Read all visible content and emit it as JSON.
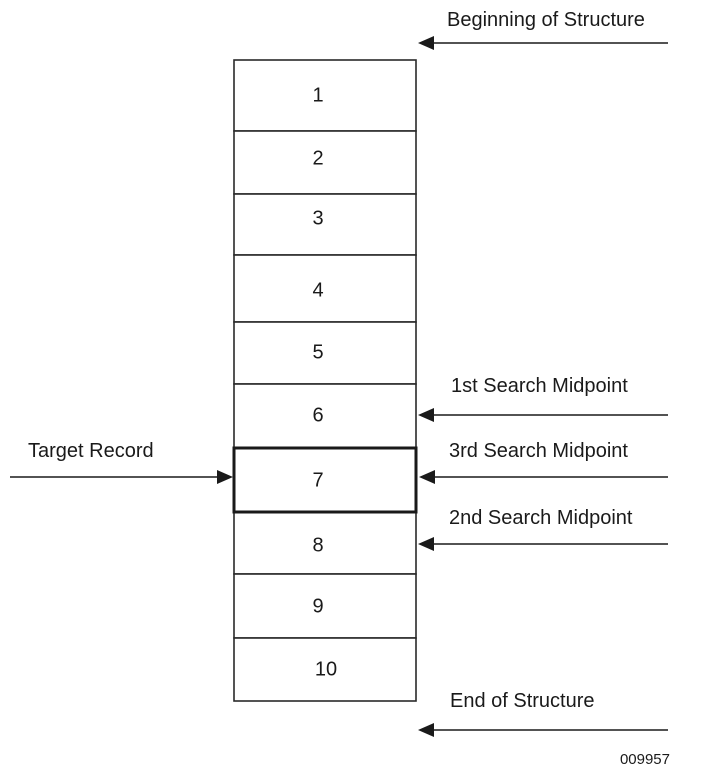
{
  "structure": {
    "records": [
      "1",
      "2",
      "3",
      "4",
      "5",
      "6",
      "7",
      "8",
      "9",
      "10"
    ],
    "target_index": 6
  },
  "labels": {
    "beginning": "Beginning of Structure",
    "first_midpoint": "1st Search Midpoint",
    "third_midpoint": "3rd Search Midpoint",
    "second_midpoint": "2nd Search Midpoint",
    "end": "End of Structure",
    "target": "Target Record"
  },
  "figure_code": "009957",
  "colors": {
    "line": "#1a1a1a",
    "background": "#ffffff"
  }
}
